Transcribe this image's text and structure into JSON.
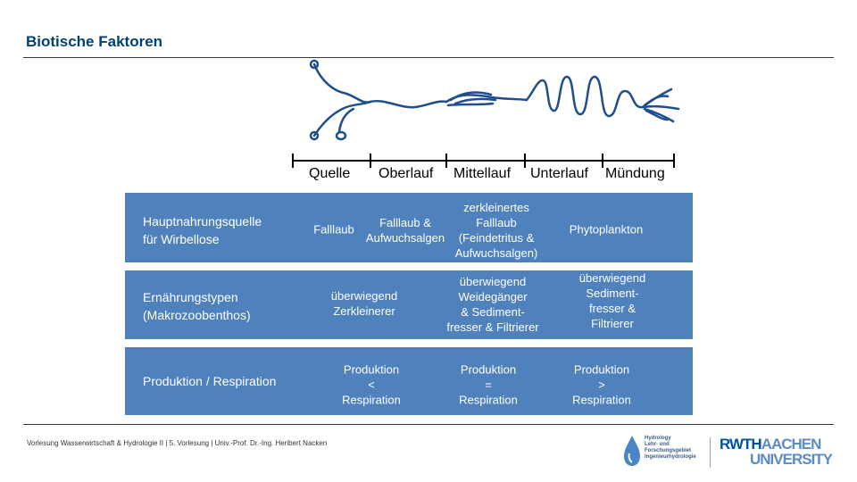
{
  "title": "Biotische Faktoren",
  "segments": [
    "Quelle",
    "Oberlauf",
    "Mittellauf",
    "Unterlauf",
    "Mündung"
  ],
  "rows": [
    {
      "label": "Hauptnahrungsquelle\nfür Wirbellose",
      "cells": [
        "Falllaub",
        "Falllaub &\nAufwuchsalgen",
        "zerkleinertes\nFalllaub\n(Feindetritus &\nAufwuchsalgen)",
        "Phytoplankton"
      ]
    },
    {
      "label": "Ernährungstypen\n(Makrozoobenthos)",
      "cells": [
        "überwiegend\nZerkleinerer",
        "überwiegend\nWeidegänger\n& Sediment-\nfresser & Filtrierer",
        "überwiegend Sediment-\nfresser & Filtrierer"
      ]
    },
    {
      "label": "Produktion / Respiration",
      "cells": [
        "Produktion\n<\nRespiration",
        "Produktion\n=\nRespiration",
        "Produktion\n>\nRespiration"
      ]
    }
  ],
  "footer": "Vorlesung Wasserwirtschaft & Hydrologie II | 5. Vorlesung | Univ.-Prof. Dr.-Ing. Heribert Nacken",
  "logos": {
    "hydro_text": "Hydrology\nLehr- und\nForschungsgebiet\nIngenieurhydrologie",
    "rwth_part1": "RWTH",
    "rwth_part2": "AACHEN",
    "university": "UNIVERSITY"
  },
  "colors": {
    "row_fill": "#4f81bd",
    "river": "#1f4e8c",
    "title": "#00417a"
  }
}
